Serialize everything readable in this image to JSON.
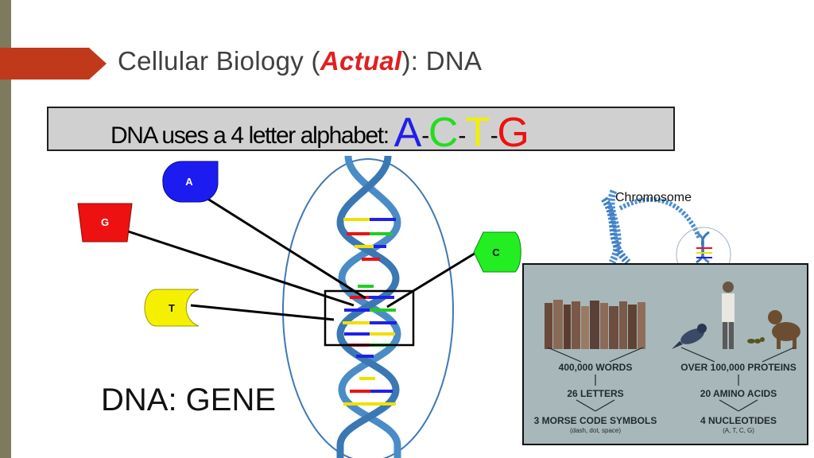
{
  "slide": {
    "title_prefix": "Cellular Biology (",
    "title_emphasis": "Actual",
    "title_suffix": "): DNA",
    "banner_text": "DNA uses a 4 letter alphabet: ",
    "alphabet": [
      "A",
      "-",
      "C",
      "-",
      "T",
      "-",
      "G"
    ],
    "gene_label": "DNA:  GENE",
    "chromosome_label": "Chromosome"
  },
  "nucleotides": {
    "A": "A",
    "G": "G",
    "T": "T",
    "C": "C"
  },
  "info_panel": {
    "left_column": [
      "400,000 WORDS",
      "26 LETTERS",
      "3 MORSE CODE SYMBOLS"
    ],
    "left_note": "(dash, dot, space)",
    "right_column": [
      "OVER 100,000 PROTEINS",
      "20 AMINO ACIDS",
      "4 NUCLEOTIDES"
    ],
    "right_note": "(A, T, C, G)"
  },
  "colors": {
    "A": "#2020e8",
    "C": "#22dd22",
    "T": "#f0f000",
    "G": "#ee1111",
    "arrow": "#c0391b",
    "helix": "#3f7fbf"
  }
}
